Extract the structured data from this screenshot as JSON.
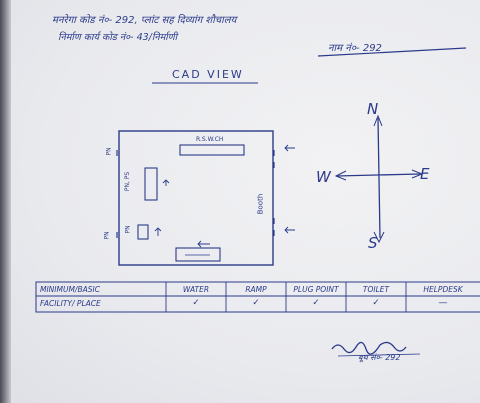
{
  "header": {
    "line1": "मनरेगा कोड नं०- 292, प्लांट सह दिव्यांग शौचालय",
    "line2": "निर्माण कार्य कोड नं०- 43/निर्माणी",
    "code": "नाम नं०- 292"
  },
  "plan": {
    "title": "CAD VIEW",
    "right_label": "Booth",
    "top_box_label": "R.S.W.CH",
    "side_label_a": "PN",
    "side_label_b": "PN, PS",
    "side_label_c": "PN",
    "side_label_d": "PN"
  },
  "compass": {
    "n": "N",
    "s": "S",
    "e": "E",
    "w": "W"
  },
  "facility_table": {
    "row_labels": [
      "MINIMUM/BASIC",
      "FACILITY/ PLACE"
    ],
    "columns": [
      "WATER",
      "RAMP",
      "PLUG POINT",
      "TOILET",
      "HELPDESK"
    ],
    "values": [
      "✓",
      "✓",
      "✓",
      "✓",
      "—"
    ]
  },
  "signature_caption": "बूथ सं०- 292",
  "colors": {
    "ink": "#2b3a8a",
    "paper": "#ecedf1"
  }
}
